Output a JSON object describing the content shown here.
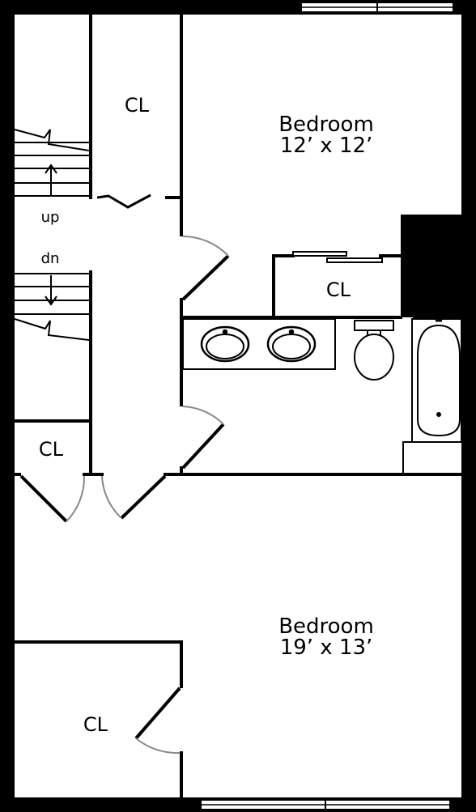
{
  "floorplan": {
    "rooms": [
      {
        "id": "bedroom-upper",
        "name": "Bedroom",
        "size": "12’ x 12’"
      },
      {
        "id": "bedroom-lower",
        "name": "Bedroom",
        "size": "19’ x 13’"
      }
    ],
    "closets": {
      "top_left": "CL",
      "right_small": "CL",
      "left_mid": "CL",
      "bottom_left": "CL"
    },
    "stairs": {
      "up": "up",
      "down": "dn"
    }
  }
}
